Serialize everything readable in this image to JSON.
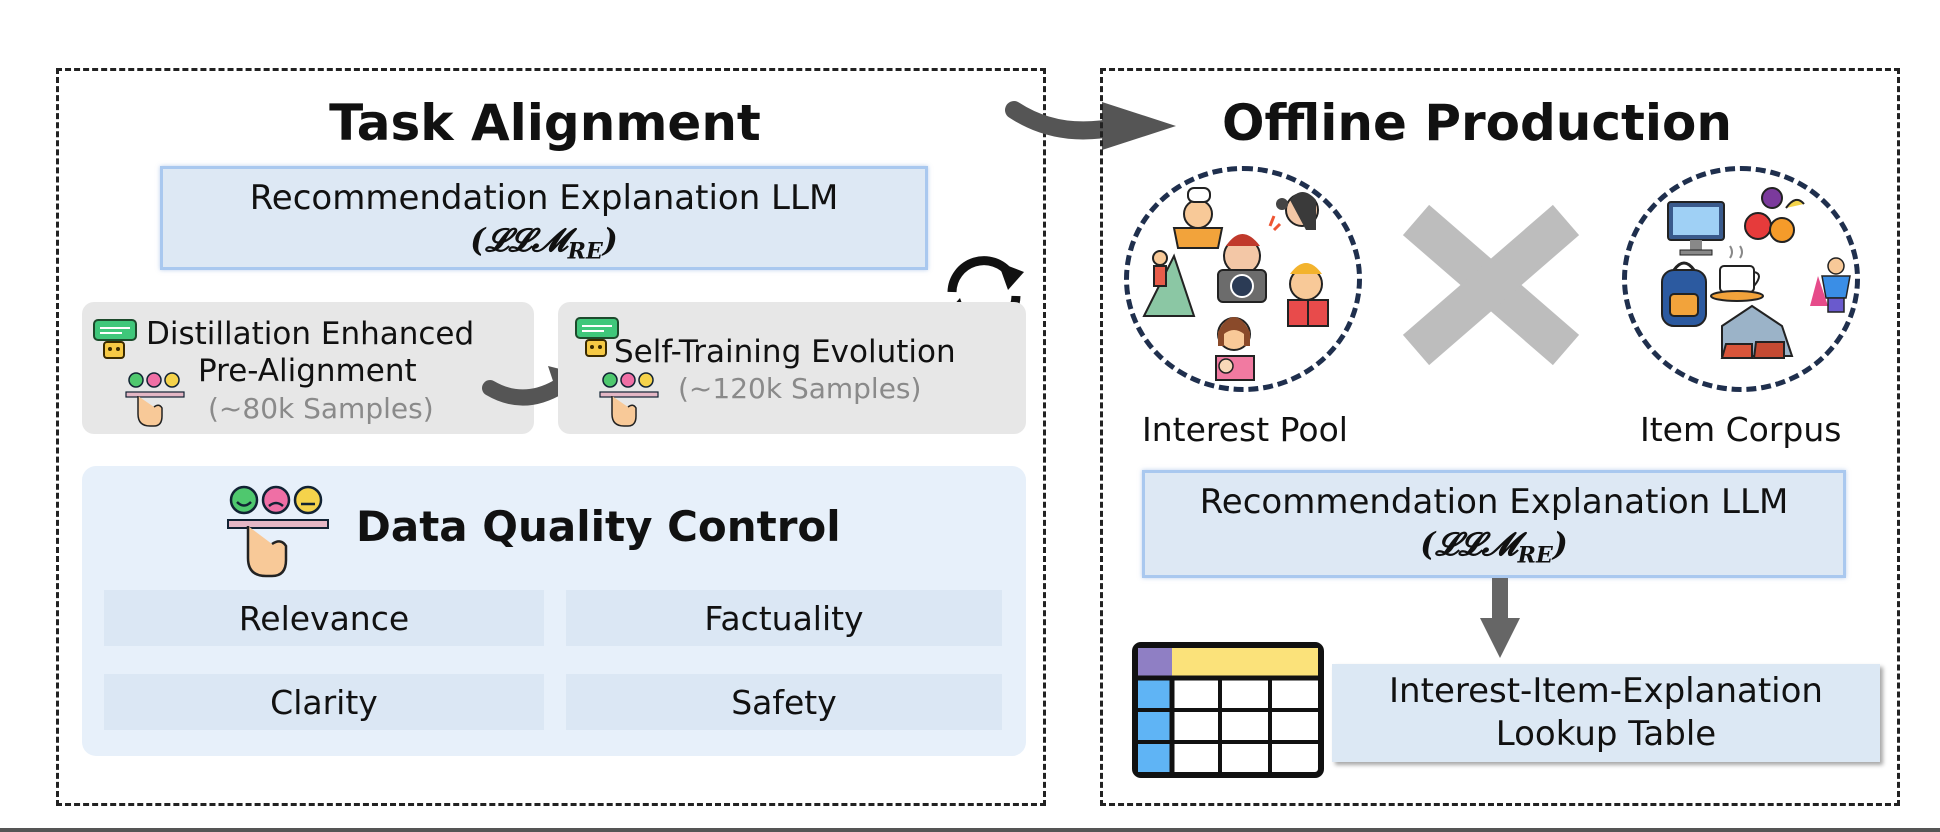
{
  "task_alignment": {
    "title": "Task Alignment",
    "llm_box": {
      "line1": "Recommendation Explanation LLM",
      "symbol": "𝓛𝓛𝓜",
      "subscript": "RE"
    },
    "stages": [
      {
        "name": "Distillation Enhanced",
        "name_line2": "Pre-Alignment",
        "samples": "(~80k Samples)"
      },
      {
        "name": "Self-Training Evolution",
        "samples": "(~120k Samples)"
      }
    ],
    "data_quality_control": {
      "title": "Data Quality Control",
      "criteria": [
        "Relevance",
        "Factuality",
        "Clarity",
        "Safety"
      ]
    }
  },
  "offline_production": {
    "title": "Offline Production",
    "interest_pool_label": "Interest Pool",
    "item_corpus_label": "Item Corpus",
    "llm_box": {
      "line1": "Recommendation Explanation LLM",
      "symbol": "𝓛𝓛𝓜",
      "subscript": "RE"
    },
    "lookup_table": {
      "line1": "Interest-Item-Explanation",
      "line2": "Lookup Table"
    }
  },
  "colors": {
    "panel_border": "#222222",
    "llm_fill": "#dde8f4",
    "llm_border": "#a9c8ef",
    "stage_fill": "#e7e7e7",
    "dqc_fill": "#e7f0fa",
    "cross": "#bdbdbd",
    "arrow": "#555555",
    "table_header": "#fbe27a",
    "table_side": "#5fb4f5",
    "table_corner": "#8f7fc4"
  },
  "icons": [
    "feedback-icon",
    "emoji-rating-icon",
    "cycle-icon",
    "cross-icon",
    "interest-pool-illustrations",
    "item-corpus-illustrations",
    "table-icon"
  ]
}
